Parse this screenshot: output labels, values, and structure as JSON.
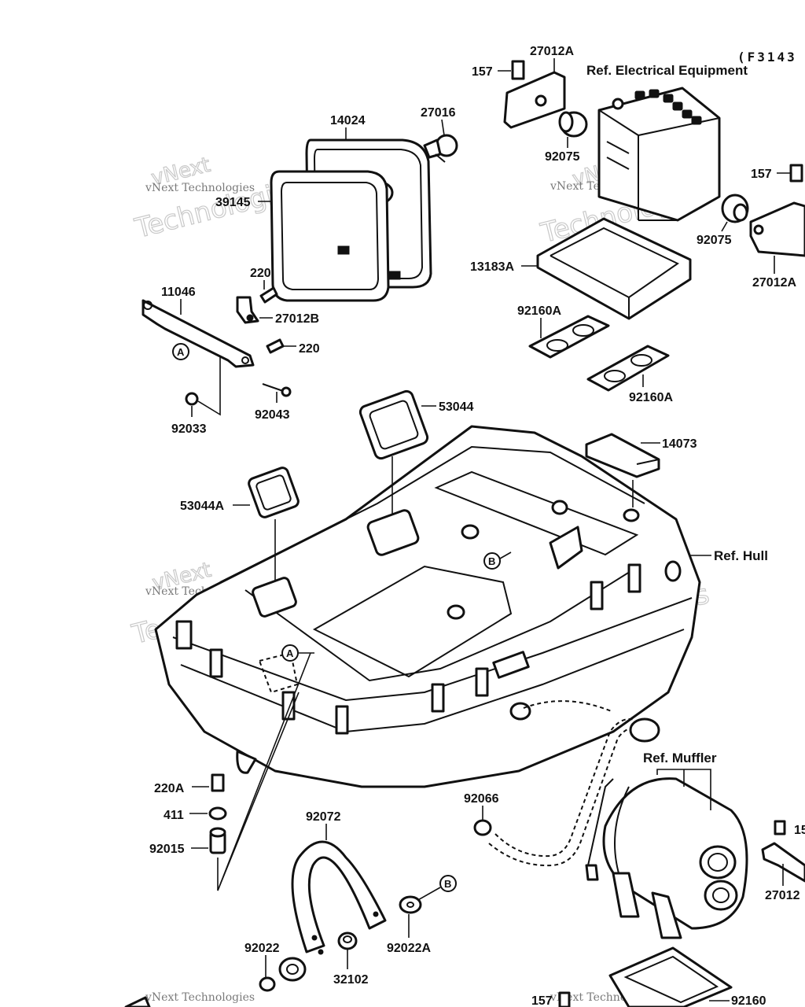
{
  "diagram_code": "(F3143",
  "references": {
    "electrical": "Ref. Electrical Equipment",
    "hull": "Ref. Hull",
    "muffler": "Ref. Muffler"
  },
  "markers": {
    "a": "A",
    "b": "B"
  },
  "part_numbers": {
    "p157_top": "157",
    "p27012a_top": "27012A",
    "p27016": "27016",
    "p14024": "14024",
    "p39145": "39145",
    "p92075_top": "92075",
    "p157_right": "157",
    "p92075_right": "92075",
    "p27012a_right": "27012A",
    "p13183a": "13183A",
    "p92160a_1": "92160A",
    "p92160a_2": "92160A",
    "p220_top": "220",
    "p27012b": "27012B",
    "p11046": "11046",
    "p220_mid": "220",
    "p92043": "92043",
    "p92033": "92033",
    "p53044": "53044",
    "p53044a": "53044A",
    "p14073": "14073",
    "p220a": "220A",
    "p411": "411",
    "p92015": "92015",
    "p92072": "92072",
    "p92066": "92066",
    "p92022a": "92022A",
    "p92022": "92022",
    "p32102": "32102",
    "p157_bottom": "157",
    "p92160": "92160",
    "p27012_cut": "27012",
    "p15_cut": "15"
  },
  "watermark": {
    "brand": "vNext Technologies",
    "line1": "vNext",
    "line2": "Technologies"
  }
}
